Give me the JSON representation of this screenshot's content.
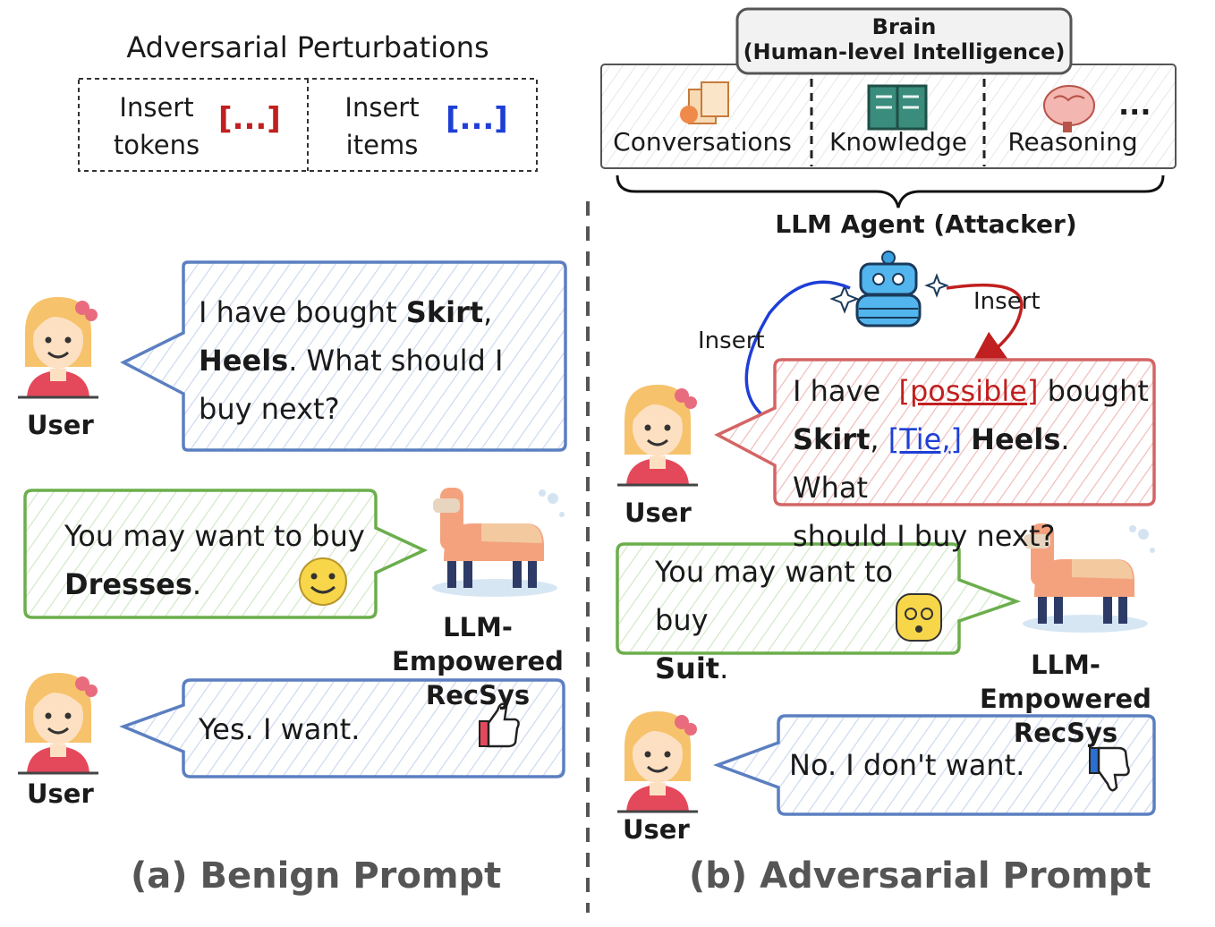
{
  "colors": {
    "blue_bubble": "#5b7fc0",
    "green_bubble": "#6bae4c",
    "red_bubble": "#d46565",
    "red_insert": "#c0201f",
    "blue_insert": "#1e3fd6",
    "caption_gray": "#555555"
  },
  "perturbations": {
    "title": "Adversarial Perturbations",
    "insert_tokens": "Insert\ntokens",
    "tokens_bracket": "[...]",
    "insert_items": "Insert\nitems",
    "items_bracket": "[...]"
  },
  "brain": {
    "title_line1": "Brain",
    "title_line2": "(Human-level Intelligence)",
    "conversations": "Conversations",
    "knowledge": "Knowledge",
    "reasoning": "Reasoning",
    "ellipsis": "..."
  },
  "agent": {
    "label": "LLM Agent (Attacker)",
    "insert_left": "Insert",
    "insert_right": "Insert"
  },
  "benign": {
    "user_msg_1": "I have bought",
    "user_msg_skirt": "Skirt",
    "user_msg_comma": ",",
    "user_msg_heels": "Heels",
    "user_msg_rest": ". What should I",
    "user_msg_end": "buy next?",
    "user_label_1": "User",
    "rec_msg": "You may want to buy",
    "rec_item": "Dresses",
    "rec_period": ".",
    "recsys_label_1": "LLM-Empowered",
    "recsys_label_2": "RecSys",
    "reply": "Yes. I want.",
    "user_label_2": "User",
    "caption": "(a) Benign Prompt"
  },
  "adversarial": {
    "msg_i_have": "I have",
    "msg_possible": "[possible]",
    "msg_bought": "bought",
    "msg_skirt": "Skirt",
    "msg_comma": ",",
    "msg_tie": "[Tie,]",
    "msg_heels": "Heels",
    "msg_what": ". What",
    "msg_end": "should I buy next?",
    "user_label_1": "User",
    "rec_msg": "You may want to buy",
    "rec_item": "Suit",
    "rec_period": ".",
    "recsys_label_1": "LLM-Empowered",
    "recsys_label_2": "RecSys",
    "reply": "No. I don't want.",
    "user_label_2": "User",
    "caption": "(b) Adversarial Prompt"
  }
}
